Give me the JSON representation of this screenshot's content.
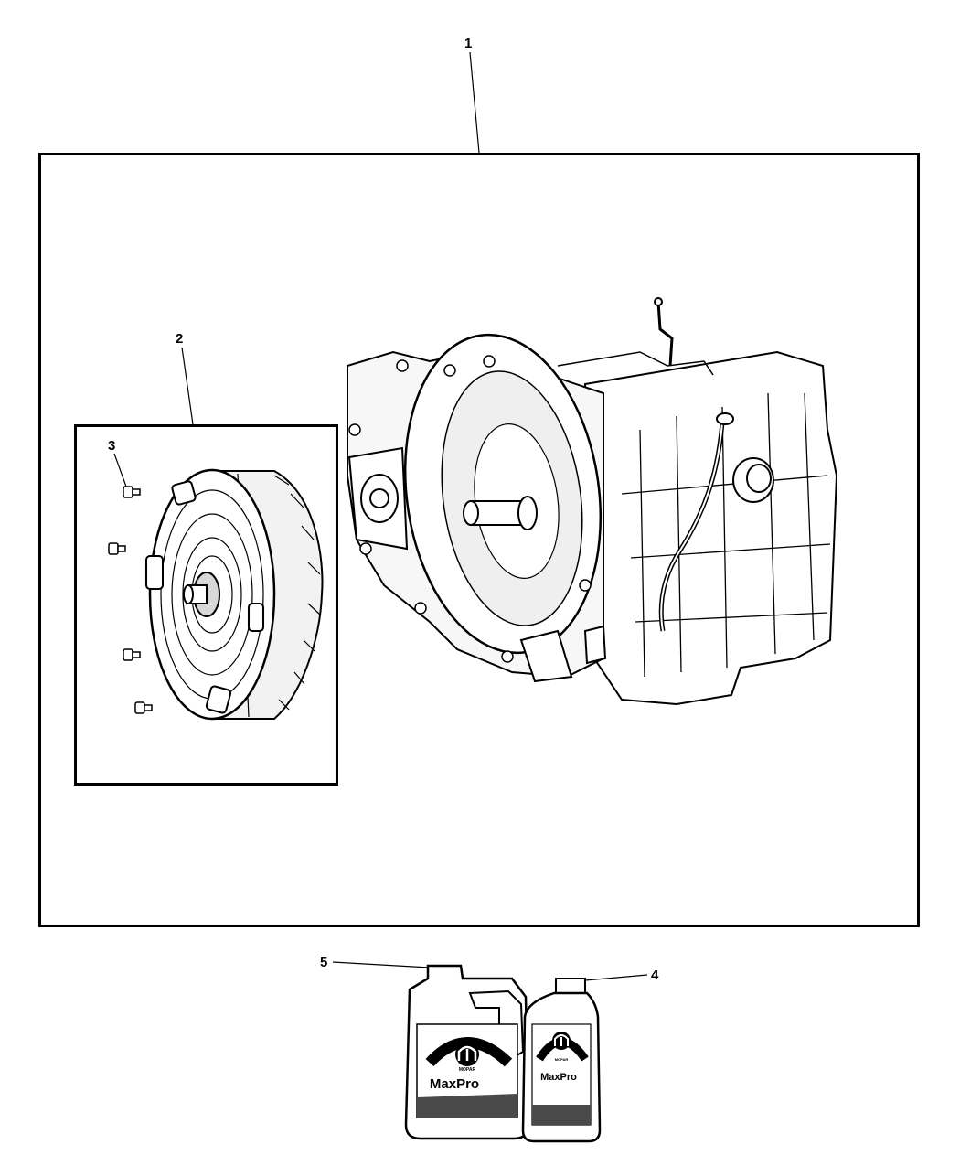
{
  "callouts": {
    "item_1": "1",
    "item_2": "2",
    "item_3": "3",
    "item_4": "4",
    "item_5": "5"
  },
  "fluid_containers": {
    "jug_brand": "MaxPro",
    "bottle_brand": "MaxPro",
    "maker": "MOPAR"
  },
  "icons": [
    "transmission-assembly-icon",
    "torque-converter-icon",
    "bolt-icon",
    "fluid-jug-icon",
    "fluid-bottle-icon",
    "mopar-logo-icon"
  ]
}
